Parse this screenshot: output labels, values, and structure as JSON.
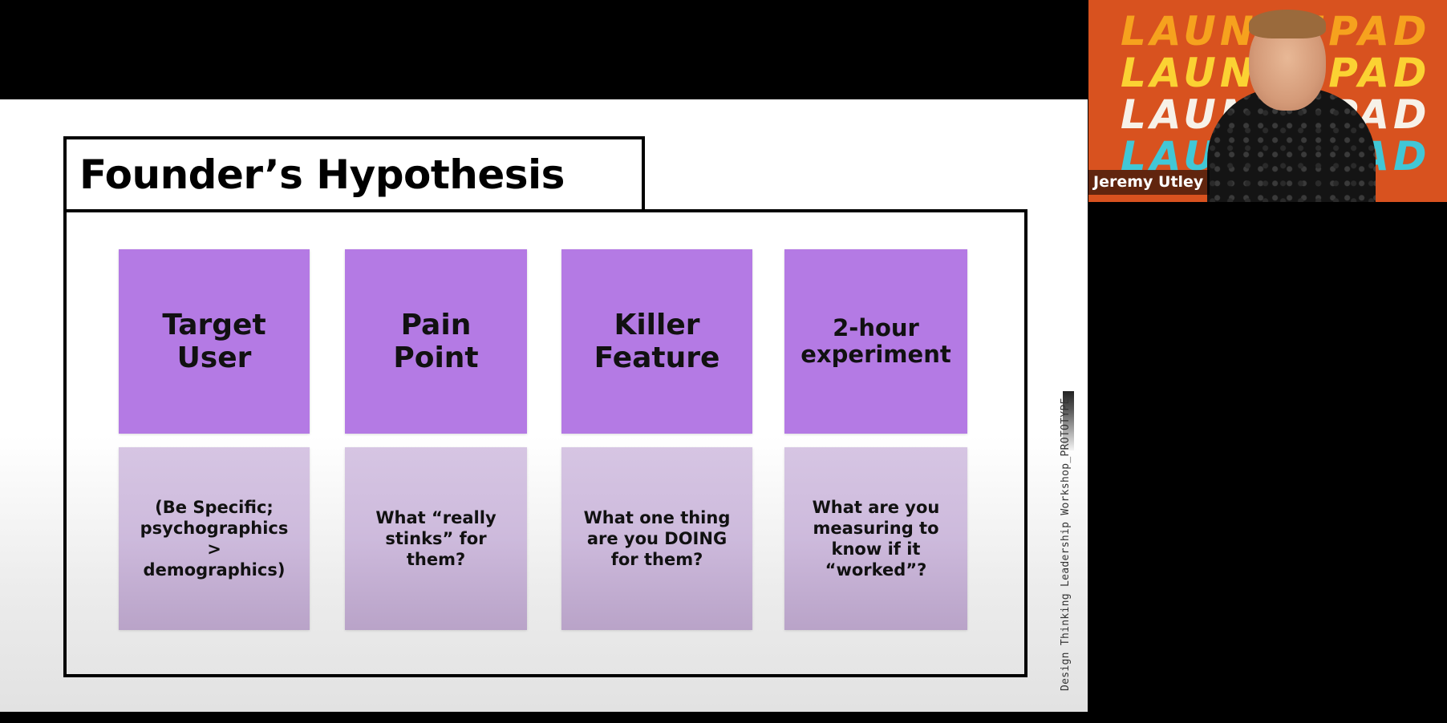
{
  "slide": {
    "title": "Founder’s Hypothesis",
    "watermark": "Design Thinking Leadership Workshop_PROTOTYPE",
    "columns": [
      {
        "header": "Target\nUser",
        "description": "(Be Specific;\npsychographics\n>\ndemographics)"
      },
      {
        "header": "Pain\nPoint",
        "description": "What “really\nstinks” for\nthem?"
      },
      {
        "header": "Killer\nFeature",
        "description": "What one thing\nare you DOING\nfor them?"
      },
      {
        "header": "2-hour\nexperiment",
        "description": "What are you\nmeasuring to\nknow if it\n“worked”?"
      }
    ]
  },
  "video": {
    "speaker_name": "Jeremy Utley",
    "background_text": "LAUNCHPAD",
    "background_colors": [
      "#f6a21e",
      "#fbd233",
      "#f7f1e8",
      "#41c7d6"
    ],
    "tile_color": "#d8521f"
  },
  "colors": {
    "card_top": "#b47ae4",
    "card_bottom": "#d6c5e3"
  }
}
